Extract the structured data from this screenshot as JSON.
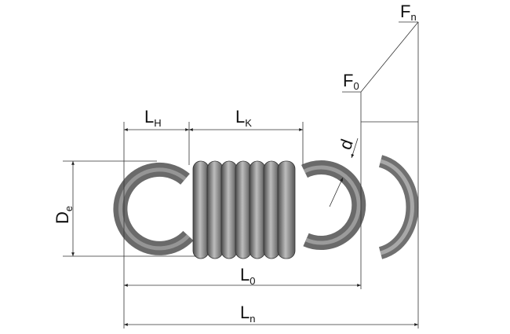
{
  "labels": {
    "hook_length": {
      "main": "L",
      "sub": "H"
    },
    "body_length": {
      "main": "L",
      "sub": "K"
    },
    "outer_diameter": {
      "main": "D",
      "sub": "e"
    },
    "wire_diameter": {
      "main": "d"
    },
    "free_length": {
      "main": "L",
      "sub": "0"
    },
    "extended_length": {
      "main": "L",
      "sub": "n"
    },
    "initial_force": {
      "main": "F",
      "sub": "0"
    },
    "max_force": {
      "main": "F",
      "sub": "n"
    }
  },
  "colors": {
    "spring": "#6e6e6e",
    "highlight": "#c8c8c8",
    "lines": "#333333"
  }
}
